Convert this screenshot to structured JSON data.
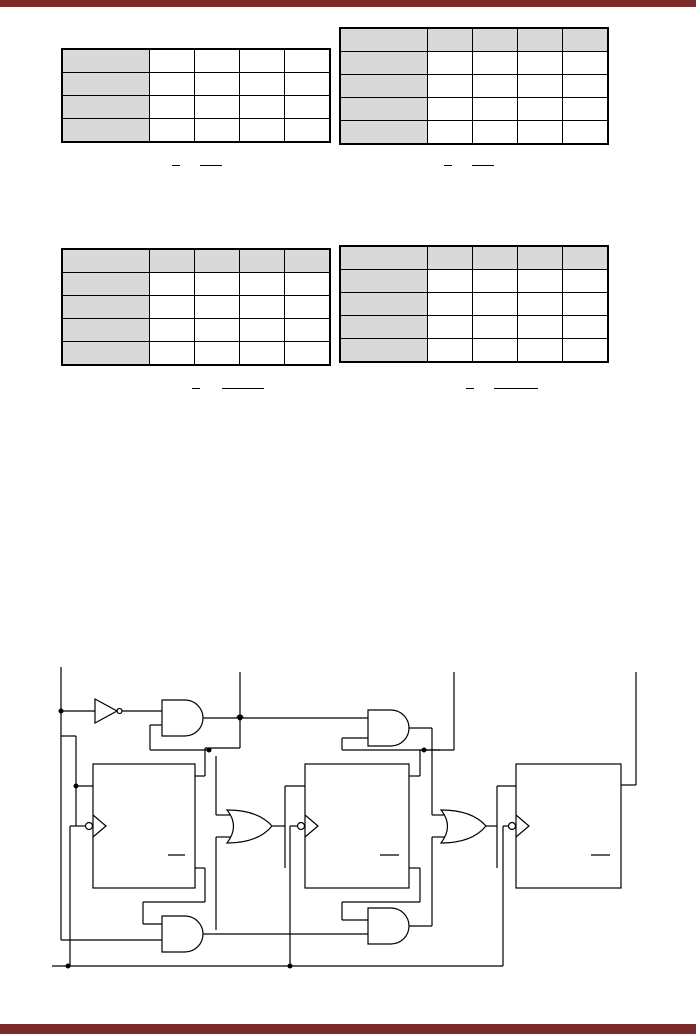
{
  "page": {
    "accent_color": "#7b2a2a",
    "kmap_header_color": "#d9d9d9"
  },
  "kmaps": [
    {
      "rows": 4,
      "cols": 4,
      "header_row": false
    },
    {
      "rows": 5,
      "cols": 4,
      "header_row": true
    },
    {
      "rows": 5,
      "cols": 4,
      "header_row": true
    },
    {
      "rows": 5,
      "cols": 4,
      "header_row": true
    }
  ],
  "circuit": {
    "flip_flops": 3,
    "and_gates": 4,
    "or_gates": 2,
    "inverters": 1
  }
}
